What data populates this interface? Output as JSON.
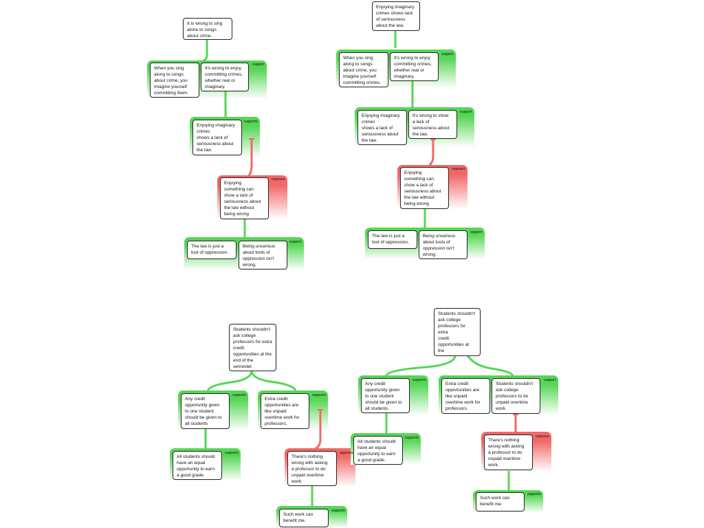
{
  "maps": [
    {
      "claim": "It is wrong to sing\nalone to songs\nabout crime.",
      "groups": [
        {
          "tag": "support",
          "premises": [
            "When you sing\nalong to songs\nabout crime, you\nimagine yourself\ncommitting them.",
            "It's wrong to enjoy\ncommitting crimes,\nwhether real or\nimaginary."
          ]
        },
        {
          "tag": "supports",
          "premises": [
            "Enjoying imaginary\ncrimes\nshows a lack of\nseriousness about\nthe law."
          ]
        },
        {
          "tag": "opposes",
          "premises": [
            "Enjoying\nsomething can\nshow a lack of\nseriousness about\nthe law without\nbeing wrong"
          ]
        },
        {
          "tag": "support",
          "premises": [
            "The law is just a\ntool of oppression.",
            "Being unserious\nabout tools of\noppression isn't\nwrong."
          ]
        }
      ]
    },
    {
      "claim": "Enjoying imaginary\ncrimes shows lack\nof seriousness\nabout the law.",
      "groups": [
        {
          "tag": "support",
          "premises": [
            "When you sing\nalong to songs\nabout crime, you\nimagine yourself\ncommitting crimes.",
            "It's wrong to enjoy\ncommitting crimes,\nwhether real or\nimaginary."
          ]
        },
        {
          "tag": "support",
          "premises": [
            "Enjoying imaginary\ncrimes\nshows a lack of\nseriousness about\nthe law.",
            "It's wrong to show\na lack of\nseriousness about\nthe law."
          ]
        },
        {
          "tag": "opposes",
          "premises": [
            "Enjoying\nsomething can\nshow a lack of\nseriousness about\nthe law without\nbeing wrong"
          ]
        },
        {
          "tag": "support",
          "premises": [
            "The law is just a\ntool of oppression.",
            "Being unserious\nabout tools of\noppression isn't\nwrong."
          ]
        }
      ]
    },
    {
      "claim": "Students shouldn't\nask college\nprofessors for extra\ncredit\nopportunities at the\nend of the\nsemester.",
      "groups": [
        {
          "tag": "supports",
          "premises": [
            "Any credit\nopportunity given\nto one student\nshould be given to\nall students"
          ]
        },
        {
          "tag": "supports",
          "premises": [
            "Extra credit\nopportunities are\nlike unpaid\novertime work for\nprofessors."
          ]
        },
        {
          "tag": "supports",
          "premises": [
            "All students should\nhave an equal\nopportunity to earn\na good grade."
          ]
        },
        {
          "tag": "opposes",
          "premises": [
            "There's nothing\nwrong with asking\na professor to do\nunpaid overtime\nwork."
          ]
        },
        {
          "tag": "supports",
          "premises": [
            "Such work can\nbenefit me."
          ]
        }
      ]
    },
    {
      "claim": "Students shouldn't\nask college\nprofessors for extra\ncredit\nopportunities at the\nend of the\nsemester.",
      "groups": [
        {
          "tag": "supports",
          "premises": [
            "Any credit\nopportunity given\nto one student\nshould be given to\nall students."
          ]
        },
        {
          "tag": "support",
          "premises": [
            "Extra credit\nopportunities are\nlike unpaid\novertime work for\nprofessors.",
            "Students shouldn't\nask college\nprofessors to do\nunpaid overtime\nwork."
          ]
        },
        {
          "tag": "supports",
          "premises": [
            "All students should\nhave an equal\nopportunity to earn\na good grade."
          ]
        },
        {
          "tag": "opposes",
          "premises": [
            "There's nothing\nwrong with asking\na professor to do\nunpaid overtime\nwork."
          ]
        },
        {
          "tag": "supports",
          "premises": [
            "Such work can\nbenefit me."
          ]
        }
      ]
    }
  ]
}
